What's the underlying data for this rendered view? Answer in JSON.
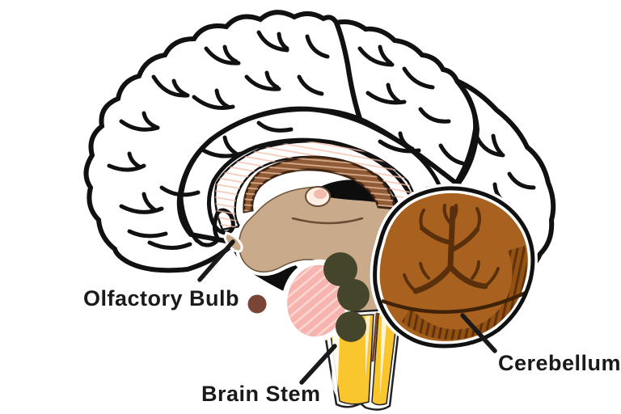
{
  "diagram": {
    "labels": {
      "olfactory_bulb": "Olfactory Bulb",
      "brain_stem": "Brain Stem",
      "cerebellum": "Cerebellum"
    },
    "colors": {
      "frontal_lobe": "#f4263b",
      "parietal_lobe": "#1f5b85",
      "occipital_lobe": "#f4c412",
      "cingulate_band": "#f6891e",
      "corpus_callosum_band": "#fcefe2",
      "corpus_callosum_arc": "#8f5b36",
      "thalamus_midbrain": "#c9ab8b",
      "pons": "#f7b3ad",
      "cerebellum_fill": "#a8611f",
      "cerebellum_rim": "#94510f",
      "brainstem_fill": "#f9c62e",
      "nuclei_dots": "#45452b",
      "pituitary": "#7a4537",
      "ventricle_black": "#0d0d0d",
      "label_text": "#1a1a1a",
      "background": "#ffffff"
    }
  }
}
